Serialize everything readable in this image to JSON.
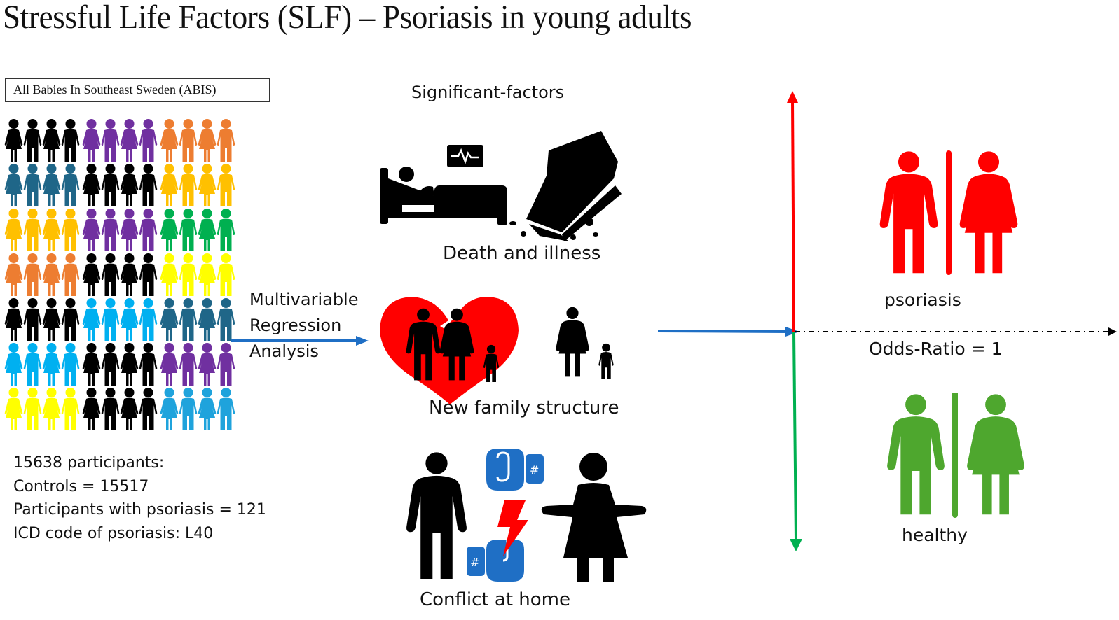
{
  "title": "Stressful Life Factors (SLF) – Psoriasis in young adults",
  "cohort": {
    "label": "All Babies In Southeast Sweden (ABIS)",
    "people_grid": {
      "rows": 7,
      "cols": 3,
      "figures_per_group": 4,
      "group_colors": [
        [
          "#000000",
          "#7030A0",
          "#ED7D31"
        ],
        [
          "#1F6688",
          "#000000",
          "#FFC000"
        ],
        [
          "#FFC000",
          "#7030A0",
          "#00B050"
        ],
        [
          "#ED7D31",
          "#000000",
          "#FFFF00"
        ],
        [
          "#000000",
          "#00B0F0",
          "#1F6688"
        ],
        [
          "#00B0F0",
          "#000000",
          "#7030A0"
        ],
        [
          "#FFFF00",
          "#000000",
          "#1FA3DC"
        ]
      ]
    },
    "stats": {
      "line1": "15638 participants:",
      "line2": "Controls = 15517",
      "line3": "Participants with psoriasis = 121",
      "line4": "ICD code of psoriasis: L40"
    }
  },
  "analysis": {
    "line1": "Multivariable",
    "line2": "Regression",
    "line3": "Analysis",
    "arrow_color": "#1F6FC5"
  },
  "factors": {
    "heading": "Significant-factors",
    "items": [
      {
        "label": "Death and illness",
        "icons": [
          "hospital-bed-icon",
          "heart-monitor-icon",
          "coffin-icon"
        ]
      },
      {
        "label": "New family structure",
        "icons": [
          "broken-heart-icon",
          "family-icon",
          "single-parent-icon"
        ]
      },
      {
        "label": "Conflict at home",
        "icons": [
          "man-icon",
          "boxing-gloves-icon",
          "lightning-icon",
          "woman-shrugging-icon"
        ]
      }
    ]
  },
  "outcome": {
    "up_label": "psoriasis",
    "down_label": "healthy",
    "baseline_label": "Odds-Ratio = 1",
    "up_color": "#FF0000",
    "down_color": "#00B050",
    "healthy_figure_color": "#4EA72E",
    "psoriasis_figure_color": "#FF0000"
  }
}
